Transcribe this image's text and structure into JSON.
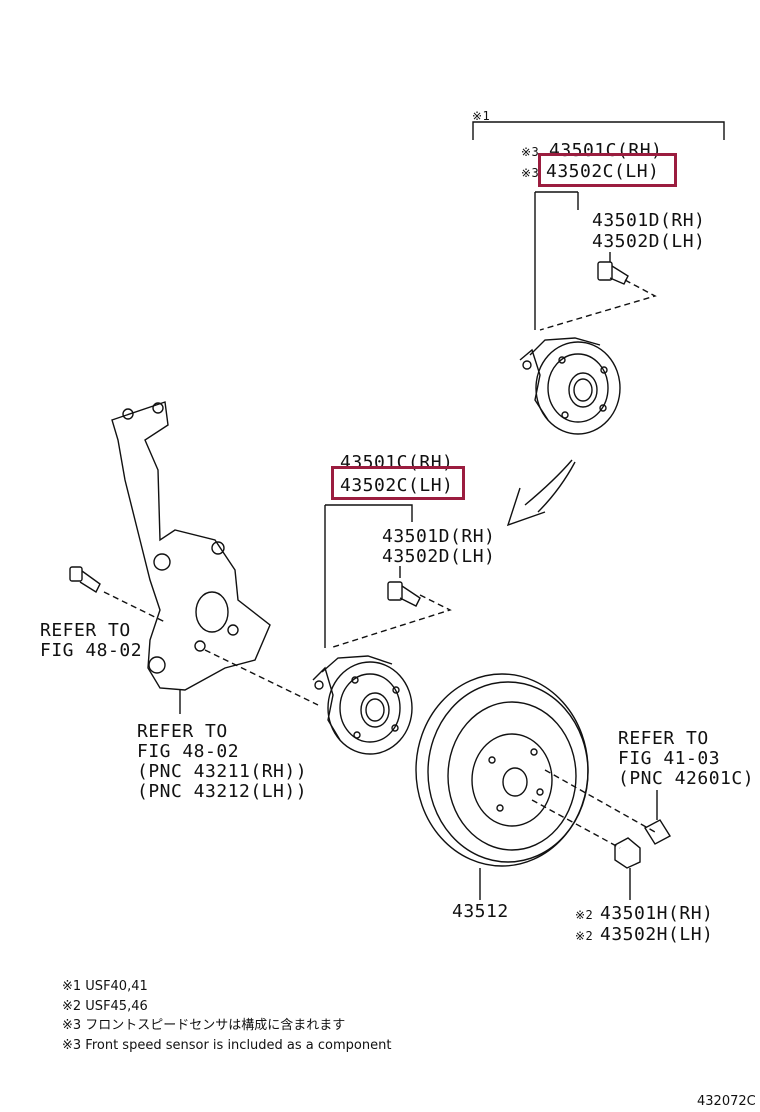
{
  "callouts": {
    "bracket_mark": "※1",
    "top_hub_rh": "43501C(RH)",
    "top_hub_lh": "43502C(LH)",
    "top_hub_mark": "※3",
    "top_bolt_rh": "43501D(RH)",
    "top_bolt_lh": "43502D(LH)",
    "mid_hub_rh": "43501C(RH)",
    "mid_hub_lh": "43502C(LH)",
    "mid_bolt_rh": "43501D(RH)",
    "mid_bolt_lh": "43502D(LH)",
    "refer_left_1": "REFER TO",
    "refer_left_2": "FIG 48-02",
    "refer_knuckle_1": "REFER TO",
    "refer_knuckle_2": "FIG 48-02",
    "refer_knuckle_3": "(PNC 43211(RH))",
    "refer_knuckle_4": "(PNC 43212(LH))",
    "refer_right_1": "REFER TO",
    "refer_right_2": "FIG 41-03",
    "refer_right_3": "(PNC 42601C)",
    "rotor": "43512",
    "nut_rh": "43501H(RH)",
    "nut_lh": "43502H(LH)",
    "nut_mark": "※2"
  },
  "notes": [
    "※1 USF40,41",
    "※2 USF45,46",
    "※3 フロントスピードセンサは構成に含まれます",
    "※3 Front speed sensor is included as a component"
  ],
  "figure_id": "432072C",
  "colors": {
    "highlight": "#9b1d3f",
    "ink": "#111111"
  }
}
